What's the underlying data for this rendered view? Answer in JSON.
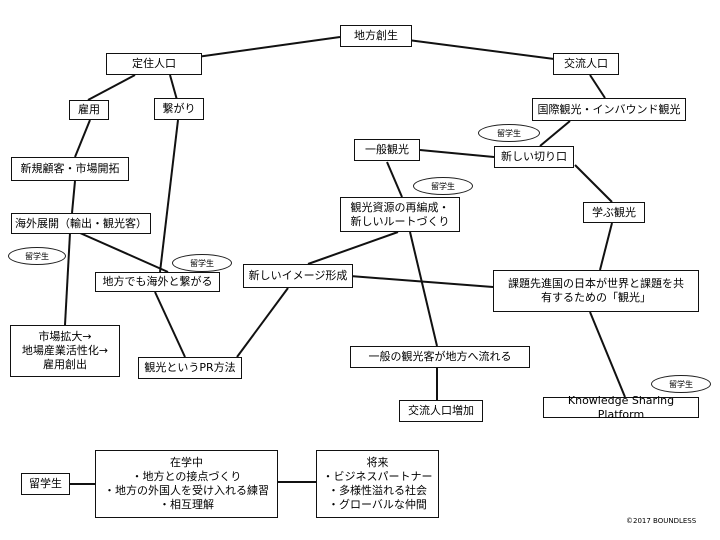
{
  "nodes": {
    "chiho_sosei": "地方創生",
    "teiju_jinko": "定住人口",
    "koryu_jinko": "交流人口",
    "koyo": "雇用",
    "tsunagari": "繋がり",
    "kokusai_kanko": "国際観光・インバウンド観光",
    "shinki_kokyaku": "新規顧客・市場開拓",
    "ippan_kanko": "一般観光",
    "atarashii_kirikuchi": "新しい切り口",
    "kaigai_tenkai": "海外展開（輸出・観光客）",
    "kanko_shigen": "観光資源の再編成・\n新しいルートづくり",
    "manabu_kanko": "学ぶ観光",
    "chiho_kaigai": "地方でも海外と繋がる",
    "atarashii_image": "新しいイメージ形成",
    "kadai_senshin": "課題先進国の日本が世界と課題を共\n有するための「観光」",
    "shijo_kakudai": "市場拡大→\n地場産業活性化→\n雇用創出",
    "pr_hoho": "観光というPR方法",
    "ippan_nagareru": "一般の観光客が地方へ流れる",
    "koryu_zoka": "交流人口増加",
    "knowledge_platform": "Knowledge Sharing Platform"
  },
  "badges": [
    "留学生",
    "留学生",
    "留学生",
    "留学生",
    "留学生"
  ],
  "legend": {
    "student": "留学生",
    "during_study": "在学中\n・地方との接点づくり\n・地方の外国人を受け入れる練習\n・相互理解",
    "future": "将来\n・ビジネスパートナー\n・多様性溢れる社会\n・グローバルな仲間"
  },
  "copyright": "©2017 BOUNDLESS"
}
